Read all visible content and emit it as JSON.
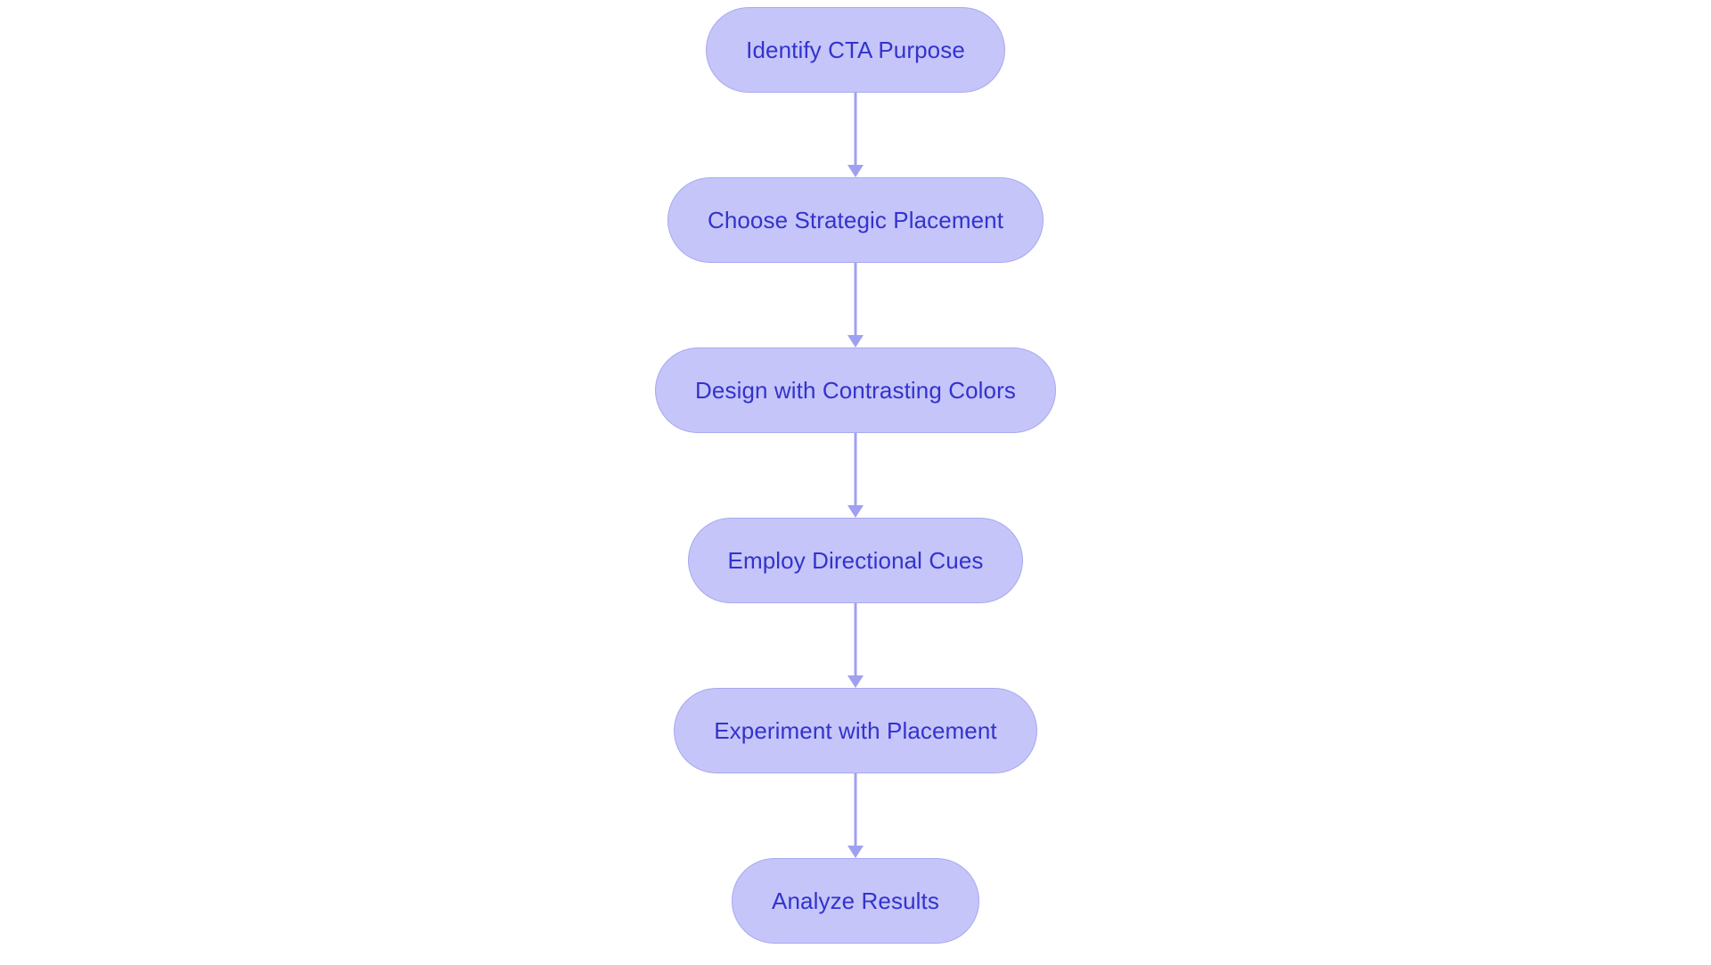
{
  "diagram": {
    "type": "flowchart",
    "orientation": "vertical-top-to-bottom",
    "background_color": "#ffffff",
    "node_fill_color": "#c5c5fa",
    "node_border_color": "#a8a8f0",
    "node_text_color": "#3333cc",
    "connector_color": "#a0a0f0",
    "nodes": [
      {
        "id": "n1",
        "label": "Identify CTA Purpose"
      },
      {
        "id": "n2",
        "label": "Choose Strategic Placement"
      },
      {
        "id": "n3",
        "label": "Design with Contrasting Colors"
      },
      {
        "id": "n4",
        "label": "Employ Directional Cues"
      },
      {
        "id": "n5",
        "label": "Experiment with Placement"
      },
      {
        "id": "n6",
        "label": "Analyze Results"
      }
    ],
    "edges": [
      {
        "id": "e1",
        "from": "n1",
        "to": "n2",
        "arrow": "arrow-down-icon"
      },
      {
        "id": "e2",
        "from": "n2",
        "to": "n3",
        "arrow": "arrow-down-icon"
      },
      {
        "id": "e3",
        "from": "n3",
        "to": "n4",
        "arrow": "arrow-down-icon"
      },
      {
        "id": "e4",
        "from": "n4",
        "to": "n5",
        "arrow": "arrow-down-icon"
      },
      {
        "id": "e5",
        "from": "n5",
        "to": "n6",
        "arrow": "arrow-down-icon"
      }
    ]
  }
}
